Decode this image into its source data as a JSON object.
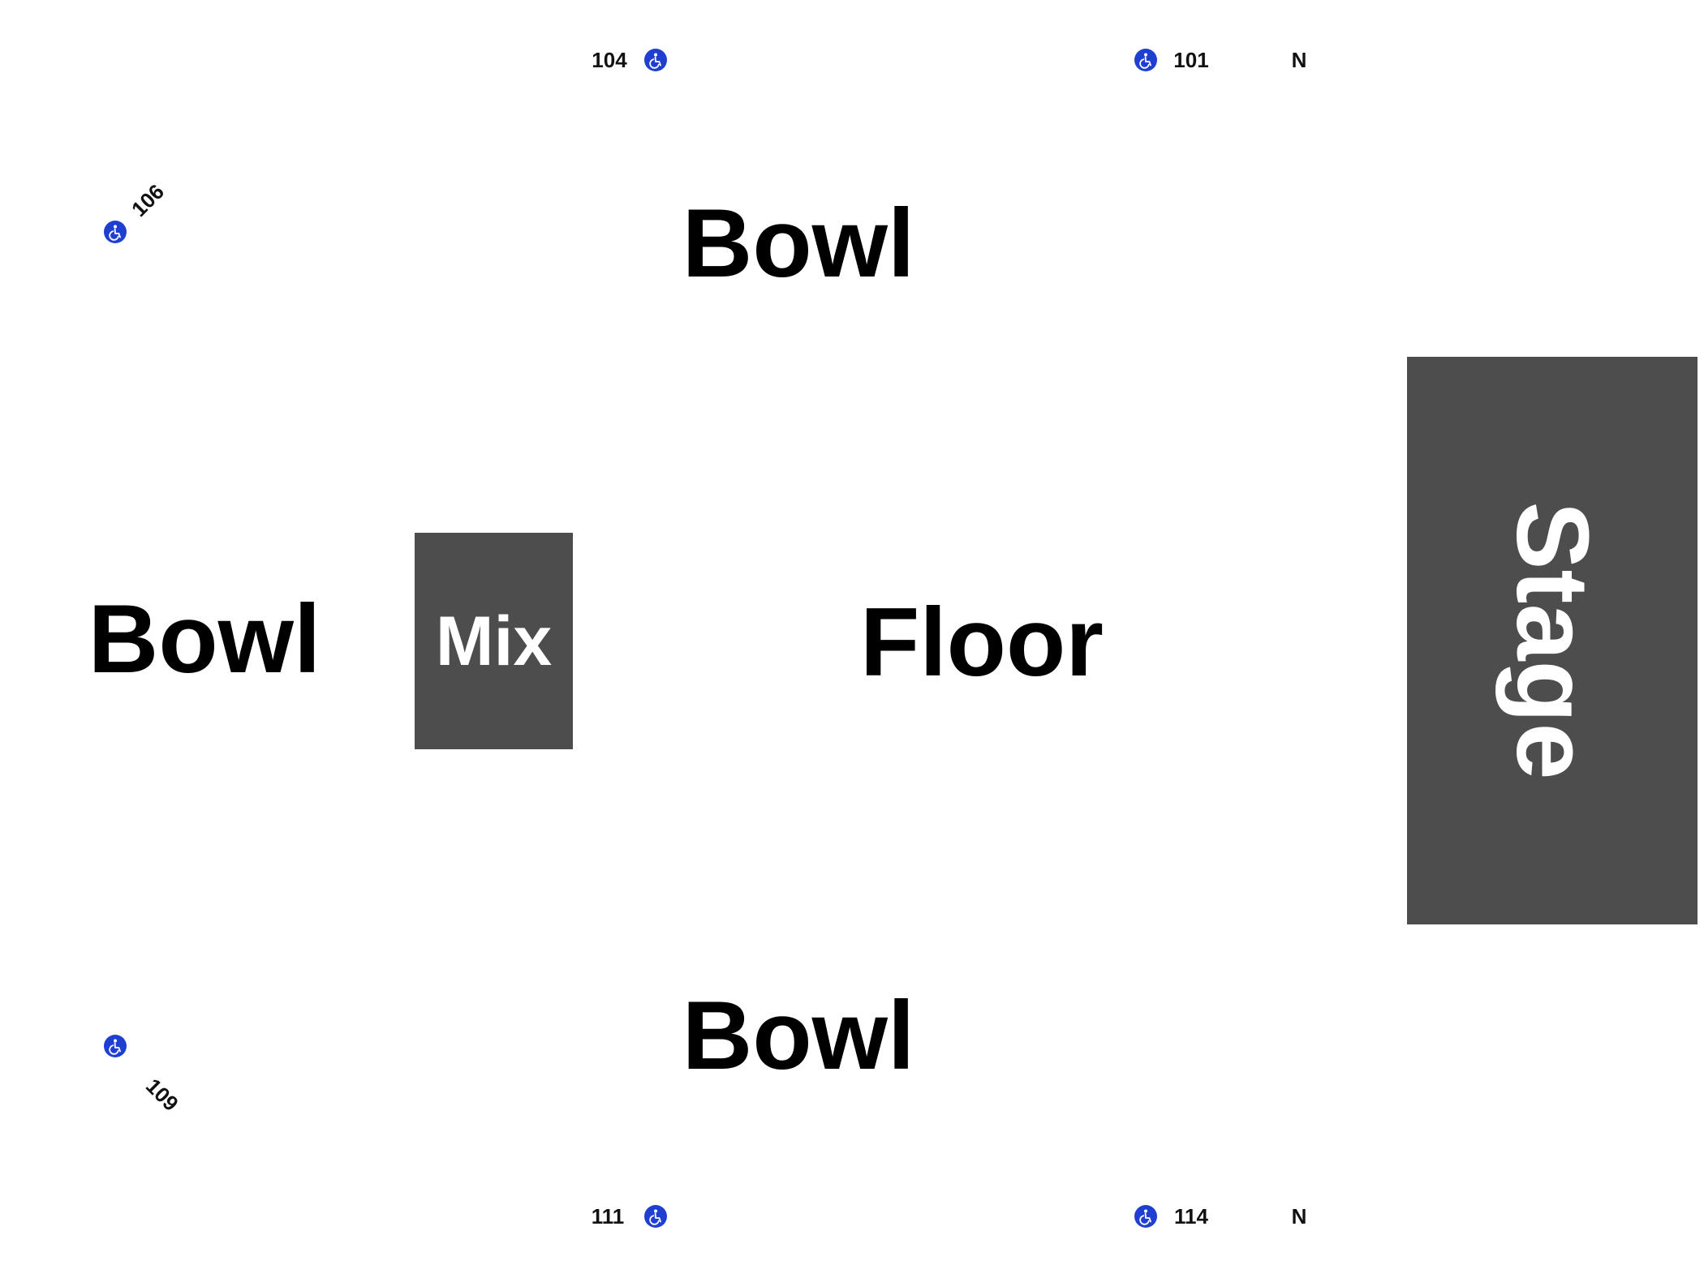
{
  "map": {
    "regions": {
      "bowl_top": "Bowl",
      "bowl_left": "Bowl",
      "bowl_bottom": "Bowl",
      "floor": "Floor",
      "mix": "Mix",
      "stage": "Stage"
    },
    "sections": {
      "s104": "104",
      "s101": "101",
      "s106": "106",
      "s109": "109",
      "s111": "111",
      "s114": "114"
    },
    "markers": {
      "north_top": "N",
      "north_bottom": "N"
    }
  },
  "colors": {
    "block": "#4d4d4d",
    "accessible": "#1e3fd0",
    "text": "#000000",
    "background": "#ffffff"
  },
  "icons": {
    "accessible": "wheelchair-icon"
  }
}
